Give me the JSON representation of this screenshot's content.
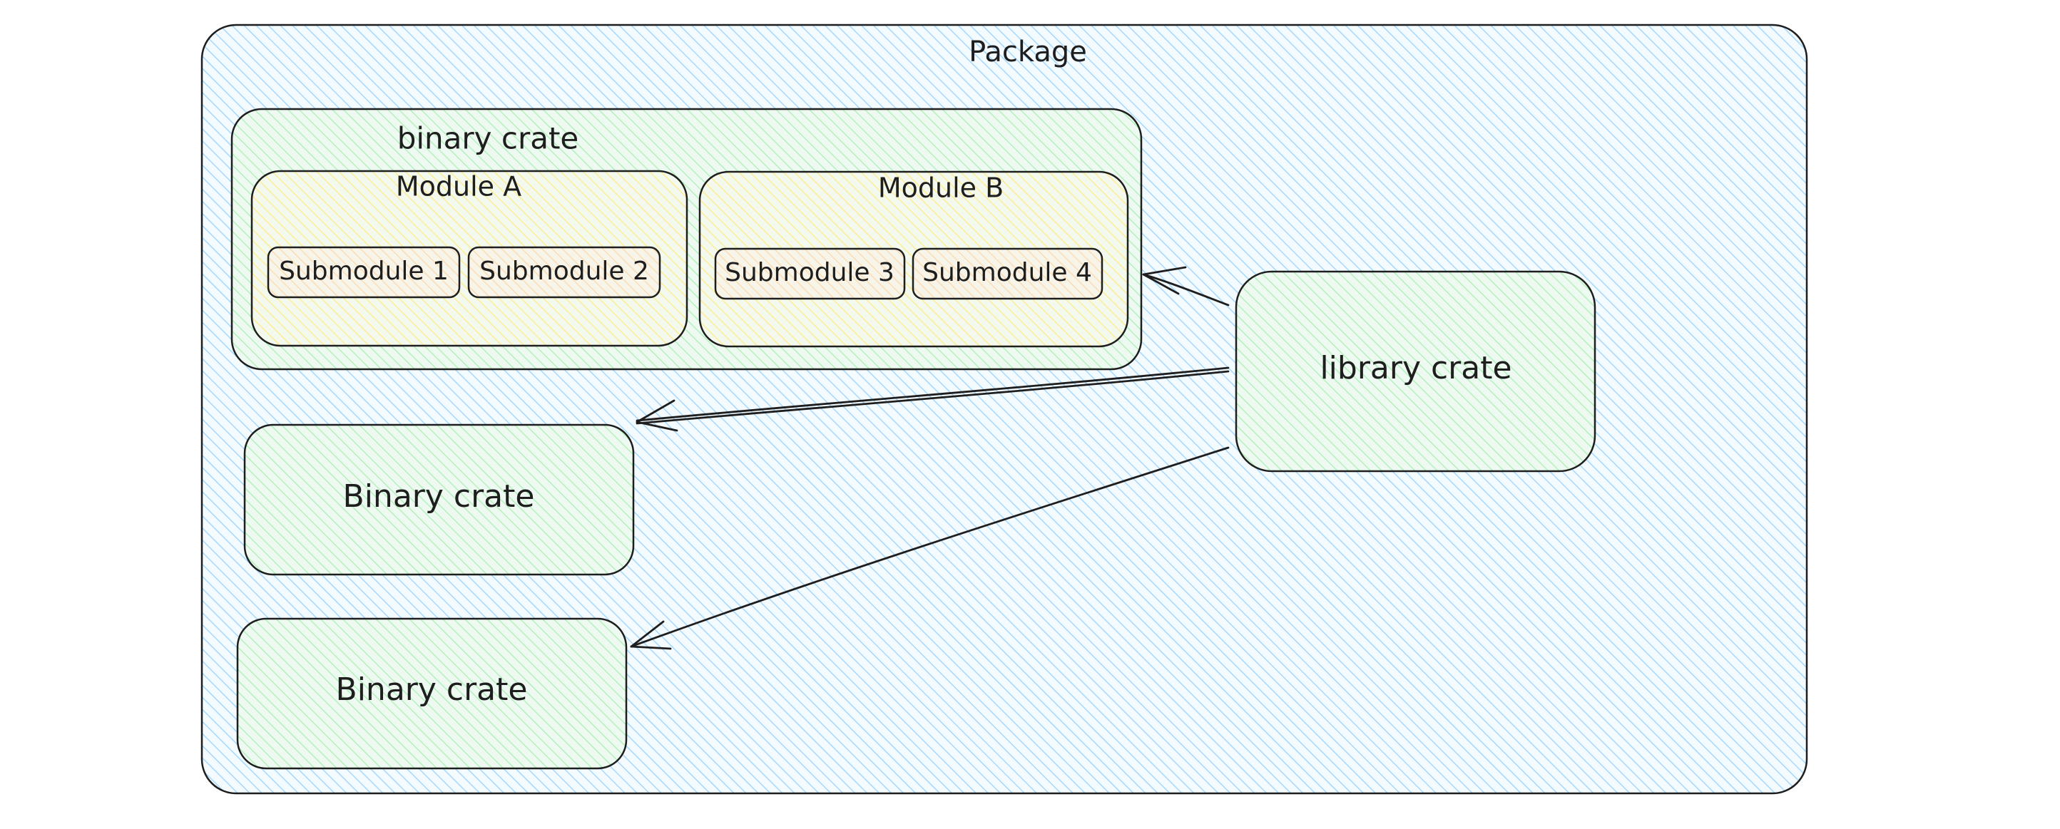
{
  "diagram": {
    "package": {
      "label": "Package"
    },
    "binary_crate_group": {
      "label": "binary crate",
      "modules": [
        {
          "label": "Module A",
          "submodules": [
            "Submodule 1",
            "Submodule 2"
          ]
        },
        {
          "label": "Module B",
          "submodules": [
            "Submodule 3",
            "Submodule 4"
          ]
        }
      ]
    },
    "library_crate": {
      "label": "library crate"
    },
    "binary_crates": [
      {
        "label": "Binary crate"
      },
      {
        "label": "Binary crate"
      }
    ],
    "colors": {
      "package_fill": "#a5d8ff",
      "crate_fill": "#b2f2bb",
      "module_fill": "#ffec99",
      "submodule_fill": "#ffd8a8",
      "stroke": "#1e1e1e"
    }
  }
}
